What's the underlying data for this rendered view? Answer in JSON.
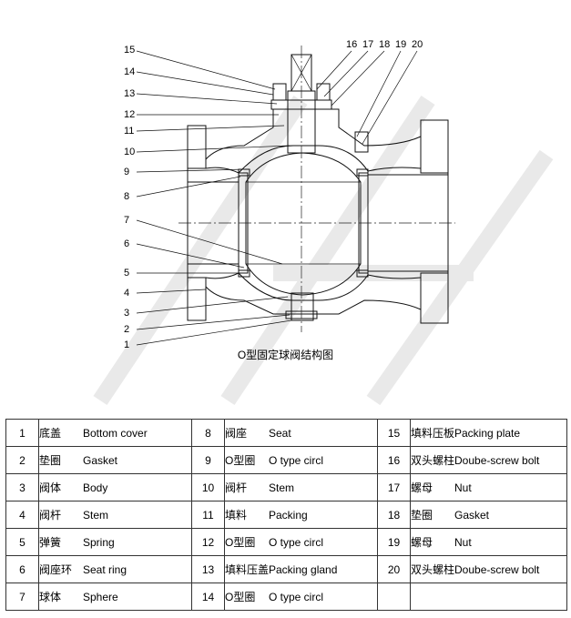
{
  "drawing": {
    "caption": "O型固定球阀结构图",
    "callouts": [
      "1",
      "2",
      "3",
      "4",
      "5",
      "6",
      "7",
      "8",
      "9",
      "10",
      "11",
      "12",
      "13",
      "14",
      "15",
      "16",
      "17",
      "18",
      "19",
      "20"
    ]
  },
  "parts_table": {
    "rows": [
      [
        {
          "no": "1",
          "cn": "底盖",
          "en": "Bottom cover"
        },
        {
          "no": "8",
          "cn": "阀座",
          "en": "Seat"
        },
        {
          "no": "15",
          "cn": "填料压板",
          "en": "Packing plate"
        }
      ],
      [
        {
          "no": "2",
          "cn": "垫圈",
          "en": "Gasket"
        },
        {
          "no": "9",
          "cn": "O型圈",
          "en": "O type circl"
        },
        {
          "no": "16",
          "cn": "双头螺柱",
          "en": "Doube-screw bolt"
        }
      ],
      [
        {
          "no": "3",
          "cn": "阀体",
          "en": "Body"
        },
        {
          "no": "10",
          "cn": "阀杆",
          "en": "Stem"
        },
        {
          "no": "17",
          "cn": "螺母",
          "en": "Nut"
        }
      ],
      [
        {
          "no": "4",
          "cn": "阀杆",
          "en": "Stem"
        },
        {
          "no": "11",
          "cn": "填料",
          "en": "Packing"
        },
        {
          "no": "18",
          "cn": "垫圈",
          "en": "Gasket"
        }
      ],
      [
        {
          "no": "5",
          "cn": "弹簧",
          "en": "Spring"
        },
        {
          "no": "12",
          "cn": "O型圈",
          "en": "O type circl"
        },
        {
          "no": "19",
          "cn": "螺母",
          "en": "Nut"
        }
      ],
      [
        {
          "no": "6",
          "cn": "阀座环",
          "en": "Seat ring"
        },
        {
          "no": "13",
          "cn": "填料压盖",
          "en": "Packing gland"
        },
        {
          "no": "20",
          "cn": "双头螺柱",
          "en": "Doube-screw bolt"
        }
      ],
      [
        {
          "no": "7",
          "cn": "球体",
          "en": "Sphere"
        },
        {
          "no": "14",
          "cn": "O型圈",
          "en": "O type circl"
        },
        {
          "no": "",
          "cn": "",
          "en": ""
        }
      ]
    ]
  }
}
